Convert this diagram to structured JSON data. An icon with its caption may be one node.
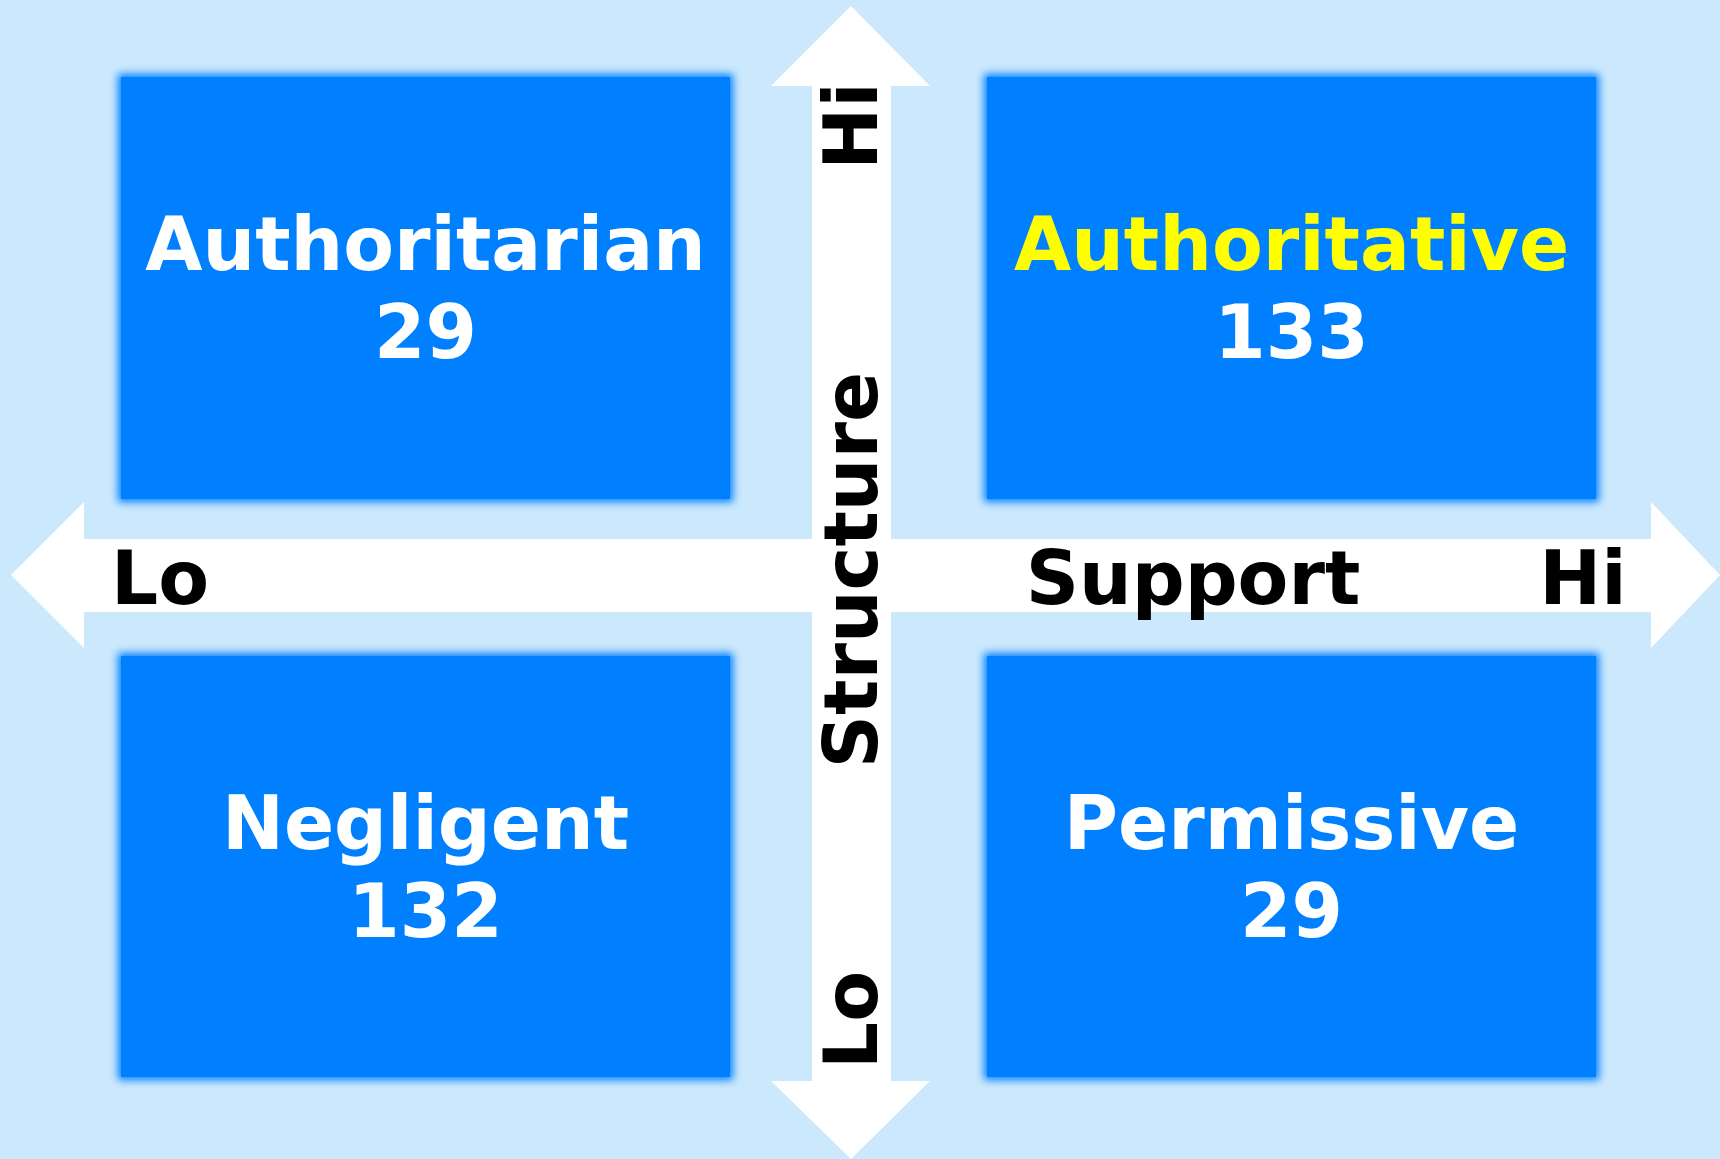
{
  "diagram": {
    "nodes": [
      {
        "text": [
          "Authoritarian",
          "29"
        ]
      },
      {
        "text": [
          "Authoritative",
          "133"
        ]
      },
      {
        "text": [
          "Negligent",
          "132"
        ]
      },
      {
        "text": [
          "Permissive",
          "29"
        ]
      }
    ],
    "labels": [
      "Hi",
      "Structure",
      "Lo",
      "Support",
      "Hi",
      "Lo"
    ]
  }
}
